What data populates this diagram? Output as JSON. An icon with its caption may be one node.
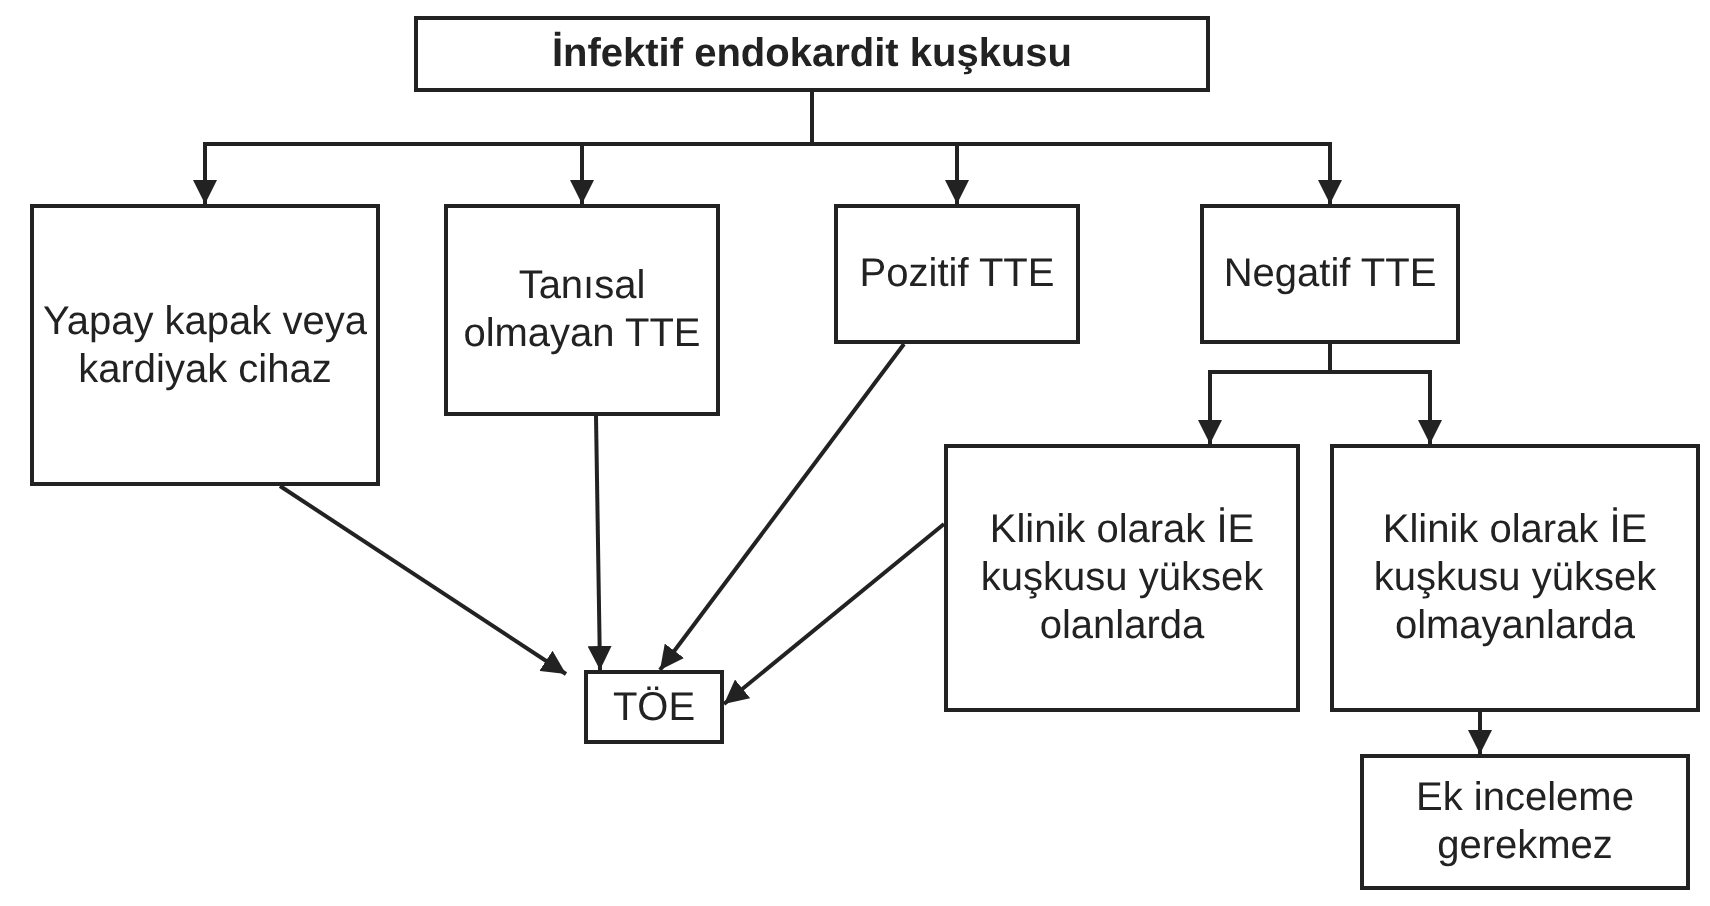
{
  "diagram": {
    "nodes": [
      {
        "text": [
          "İnfektif endokardit kuşkusu"
        ]
      },
      {
        "text": [
          "Yapay kapak veya kardiyak cihaz"
        ]
      },
      {
        "text": [
          "Tanısal olmayan TTE"
        ]
      },
      {
        "text": [
          "Pozitif TTE"
        ]
      },
      {
        "text": [
          "Negatif TTE"
        ]
      },
      {
        "text": [
          "Klinik olarak İE kuşkusu yüksek olanlarda"
        ]
      },
      {
        "text": [
          "Klinik olarak İE kuşkusu yüksek olmayanlarda"
        ]
      },
      {
        "text": [
          "TÖE"
        ]
      },
      {
        "text": [
          "Ek inceleme gerekmez"
        ]
      }
    ],
    "edges": [
      {
        "from": 0,
        "to": 1,
        "arrow": "to"
      },
      {
        "from": 0,
        "to": 2,
        "arrow": "to"
      },
      {
        "from": 0,
        "to": 3,
        "arrow": "to"
      },
      {
        "from": 0,
        "to": 4,
        "arrow": "to"
      },
      {
        "from": 4,
        "to": 5,
        "arrow": "to"
      },
      {
        "from": 4,
        "to": 6,
        "arrow": "to"
      },
      {
        "from": 1,
        "to": 7,
        "arrow": "to"
      },
      {
        "from": 2,
        "to": 7,
        "arrow": "to"
      },
      {
        "from": 3,
        "to": 7,
        "arrow": "to"
      },
      {
        "from": 5,
        "to": 7,
        "arrow": "to"
      },
      {
        "from": 6,
        "to": 8,
        "arrow": "to"
      }
    ]
  }
}
